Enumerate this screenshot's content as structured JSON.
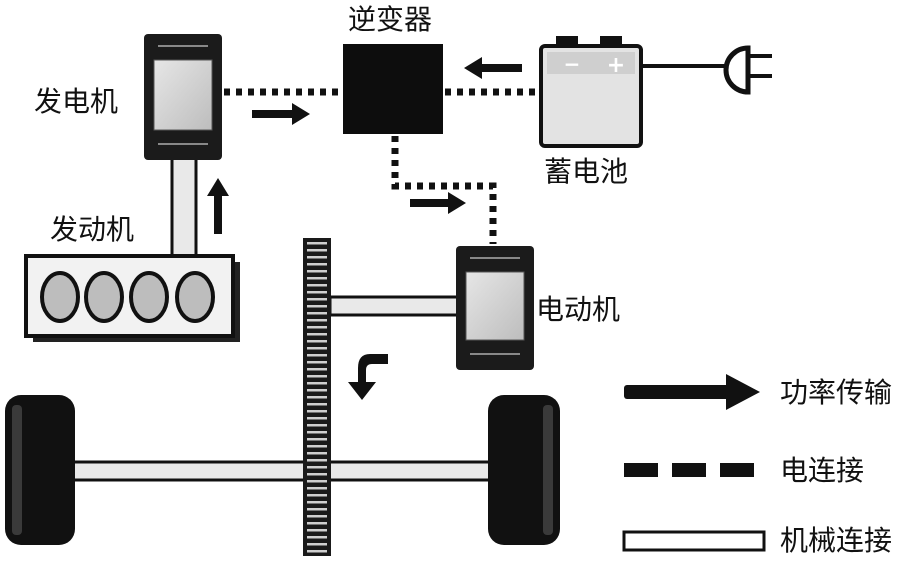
{
  "labels": {
    "inverter": "逆变器",
    "generator": "发电机",
    "engine": "发动机",
    "battery": "蓄电池",
    "motor": "电动机"
  },
  "legend": {
    "power_transfer": "功率传输",
    "electrical_connection": "电连接",
    "mechanical_connection": "机械连接"
  },
  "battery_symbols": {
    "minus": "−",
    "plus": "+"
  }
}
